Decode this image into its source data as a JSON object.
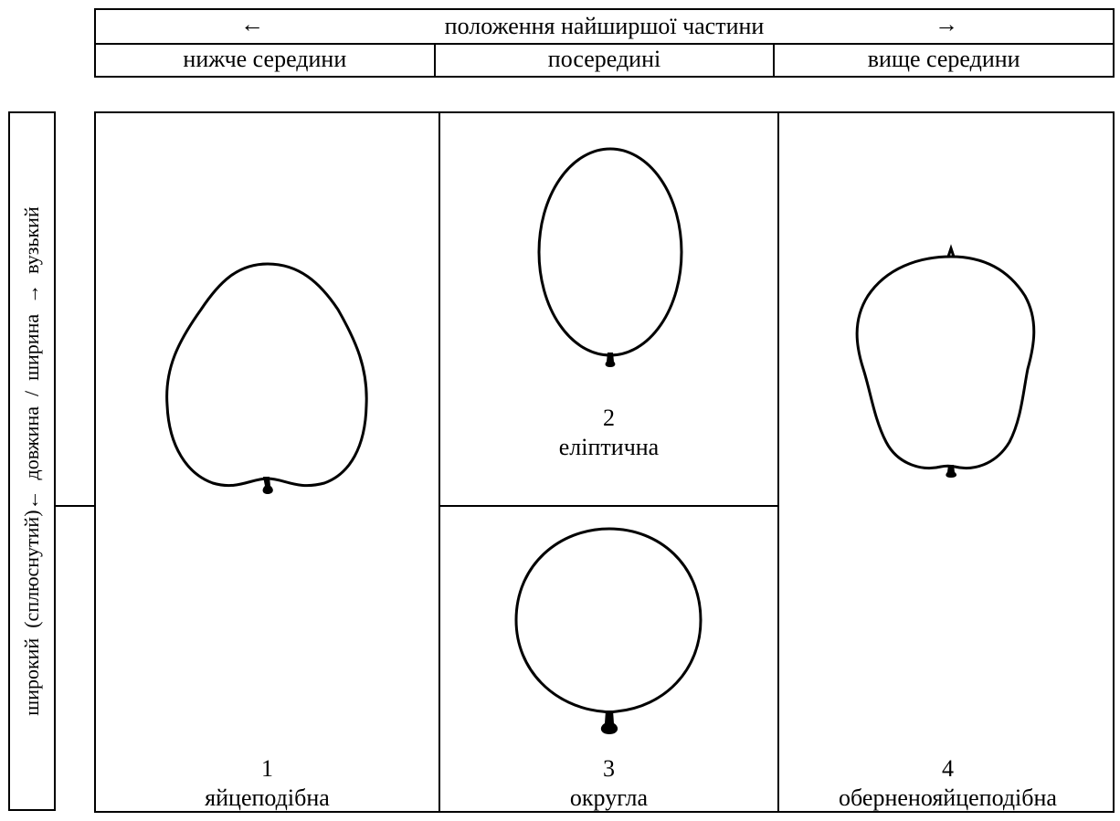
{
  "header": {
    "arrow_left": "←",
    "arrow_right": "→",
    "title": "положення найширшої частини",
    "columns": [
      "нижче середини",
      "посередині",
      "вище середини"
    ]
  },
  "side_label": "широкий  (сплюснутий)←  довжина  /  ширина  →  вузький",
  "shapes": [
    {
      "number": "1",
      "name": "яйцеподібна"
    },
    {
      "number": "2",
      "name": "еліптична"
    },
    {
      "number": "3",
      "name": "округла"
    },
    {
      "number": "4",
      "name": "оберненояйцеподібна"
    }
  ],
  "colors": {
    "line": "#000000",
    "background": "#ffffff"
  }
}
